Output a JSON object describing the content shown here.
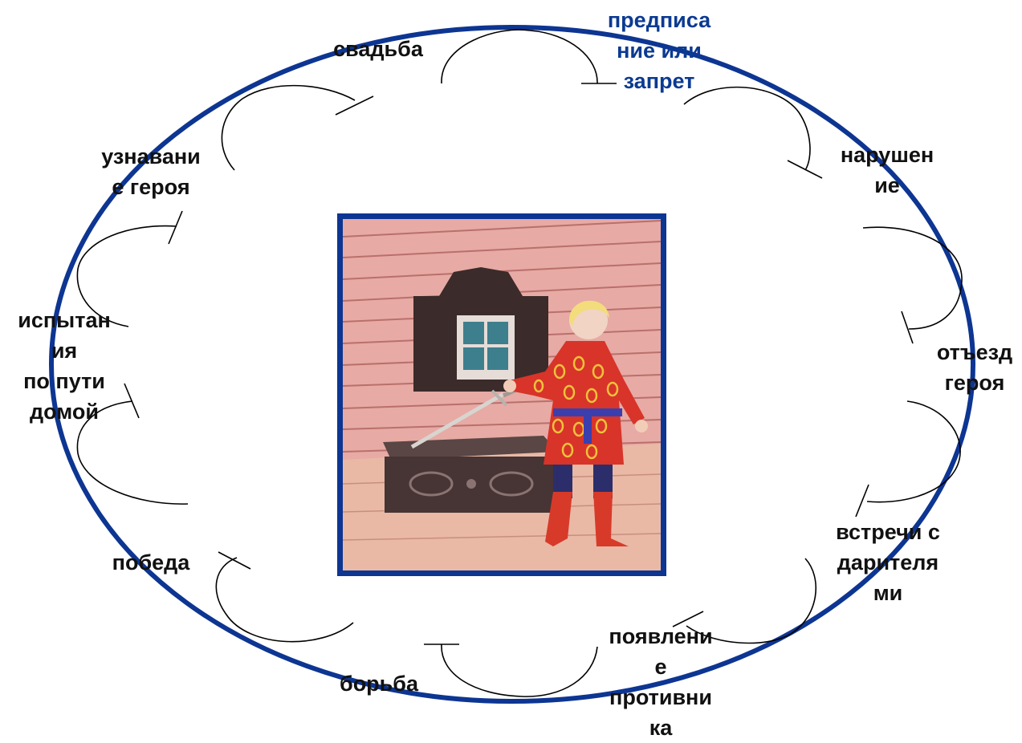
{
  "diagram": {
    "stages": [
      {
        "id": "prescription",
        "text": "предписа\nние или\nзапрет"
      },
      {
        "id": "violation",
        "text": "нарушен\nие"
      },
      {
        "id": "departure",
        "text": "отъезд\nгероя"
      },
      {
        "id": "donors",
        "text": "встречи с\nдарителя\nми"
      },
      {
        "id": "opponent",
        "text": "появлени\nе\nпротивни\nка"
      },
      {
        "id": "fight",
        "text": "борьба"
      },
      {
        "id": "victory",
        "text": "победа"
      },
      {
        "id": "trials",
        "text": "испытан\nия\nпо пути\nдомой"
      },
      {
        "id": "recognition",
        "text": "узнавани\nе героя"
      },
      {
        "id": "wedding",
        "text": "свадьба"
      }
    ],
    "picture": {
      "subject": "hero-with-sword-illustration"
    },
    "colors": {
      "ring": "#0d3592",
      "highlight_label": "#0b3a91",
      "label": "#111111",
      "arrow": "#000000"
    }
  }
}
